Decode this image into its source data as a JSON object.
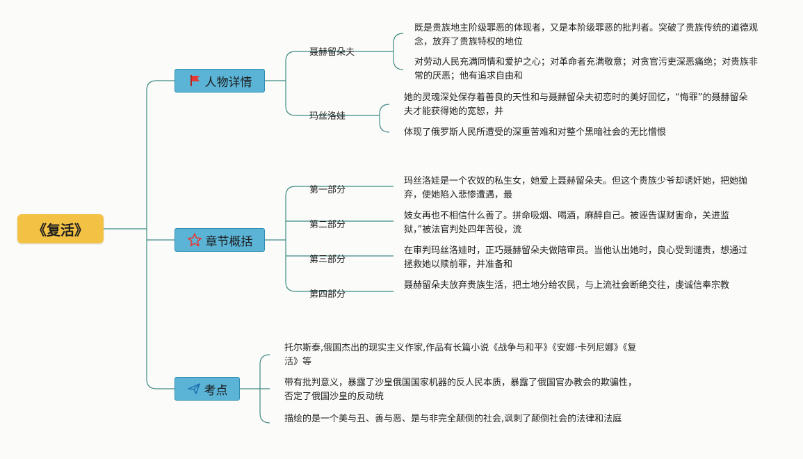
{
  "root": {
    "title": "《复活》"
  },
  "branches": [
    {
      "label": "人物详情",
      "icon": "red-flag-icon",
      "subs": [
        {
          "label": "聂赫留朵夫",
          "leaves": [
            "既是贵族地主阶级罪恶的体现者，又是本阶级罪恶的批判者。突破了贵族传统的道德观念，放弃了贵族特权的地位",
            "对劳动人民充满同情和爱护之心；对革命者充满敬意；对贪官污吏深恶痛绝；对贵族非常的厌恶；他有追求自由和"
          ]
        },
        {
          "label": "玛丝洛娃",
          "leaves": [
            "她的灵魂深处保存着善良的天性和与聂赫留朵夫初恋时的美好回忆，“悔罪”的聂赫留朵夫才能获得她的宽恕，并",
            "体现了俄罗斯人民所遭受的深重苦难和对整个黑暗社会的无比憎恨"
          ]
        }
      ]
    },
    {
      "label": "章节概括",
      "icon": "star-outline-icon",
      "subs": [
        {
          "label": "第一部分",
          "leaves": [
            "玛丝洛娃是一个农奴的私生女，她爱上聂赫留朵夫。但这个贵族少爷却诱奸她，把她抛弃，使她陷入悲惨遭遇，最"
          ]
        },
        {
          "label": "第二部分",
          "leaves": [
            "妓女再也不相信什么善了。拼命吸烟、喝酒，麻醉自己。被诬告谋财害命，关进监狱，”被法官判处四年苦役，流"
          ]
        },
        {
          "label": "第三部分",
          "leaves": [
            "在审判玛丝洛娃时，正巧聂赫留朵夫做陪审员。当他认出她时，良心受到谴责，想通过拯救她以赎前罪，并准备和"
          ]
        },
        {
          "label": "第四部分",
          "leaves": [
            "聂赫留朵夫放弃贵族生活，把土地分给农民，与上流社会断绝交往，虔诚信奉宗教"
          ]
        }
      ]
    },
    {
      "label": "考点",
      "icon": "paper-plane-icon",
      "leaves": [
        "托尔斯泰,俄国杰出的现实主义作家,作品有长篇小说《战争与和平》《安娜·卡列尼娜》《复活》等",
        "带有批判意义，暴露了沙皇俄国国家机器的反人民本质，暴露了俄国官办教会的欺骗性，否定了俄国沙皇的反动统",
        "描绘的是一个美与丑、善与恶、是与非完全颠倒的社会,讽刺了颠倒社会的法律和法庭"
      ]
    }
  ],
  "colors": {
    "line": "#3e8a82",
    "root": "#f3c245",
    "branch": "#5bb4d6"
  }
}
